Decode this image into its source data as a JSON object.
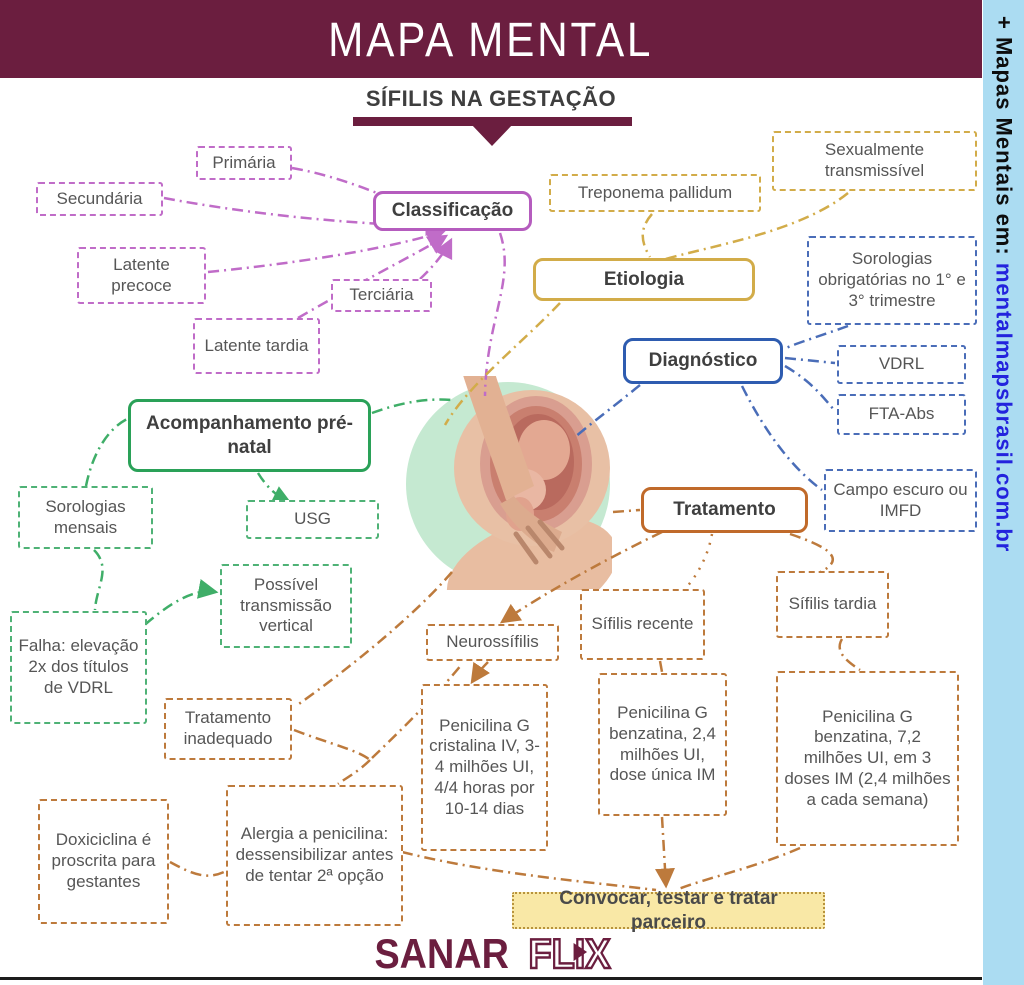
{
  "header": {
    "title": "MAPA MENTAL"
  },
  "subtitle": "SÍFILIS NA GESTAÇÃO",
  "sidebar": {
    "prefix": "+ Mapas Mentais em: ",
    "url": "mentalmapsbrasil.com.br"
  },
  "logo": {
    "sanar": "SANAR",
    "flix": "FLIX"
  },
  "colors": {
    "maroon": "#6b1e3f",
    "pink": "#bc64c5",
    "gold": "#d2ac49",
    "blue": "#2e5cb0",
    "green": "#2aa158",
    "orange": "#c06a2a",
    "sidebar_bg": "#abdcf2",
    "url_blue": "#2323dd",
    "highlight_bg": "#f9e8a6",
    "center_circle": "#c5e9d1"
  },
  "nodes": {
    "classificacao": "Classificação",
    "primaria": "Primária",
    "secundaria": "Secundária",
    "latente_precoce": "Latente precoce",
    "terciaria": "Terciária",
    "latente_tardia": "Latente tardia",
    "etiologia": "Etiologia",
    "treponema": "Treponema pallidum",
    "sexualmente": "Sexualmente transmissível",
    "diagnostico": "Diagnóstico",
    "sorologias_obrigatorias": "Sorologias obrigatórias no 1° e 3° trimestre",
    "vdrl": "VDRL",
    "fta_abs": "FTA-Abs",
    "campo_escuro": "Campo escuro ou IMFD",
    "acompanhamento": "Acompanhamento pré-natal",
    "sorologias_mensais": "Sorologias mensais",
    "usg": "USG",
    "possivel_transmissao": "Possível transmissão vertical",
    "falha": "Falha: elevação 2x dos títulos de VDRL",
    "tratamento": "Tratamento",
    "tratamento_inadequado": "Tratamento inadequado",
    "neurossifilis": "Neurossífilis",
    "sifilis_recente": "Sífilis recente",
    "sifilis_tardia": "Sífilis tardia",
    "penicilina_cristalina": "Penicilina G cristalina IV, 3-4 milhões UI, 4/4 horas por 10-14 dias",
    "penicilina_benzatina_24": "Penicilina G benzatina, 2,4 milhões UI, dose única IM",
    "penicilina_benzatina_72": "Penicilina G benzatina, 7,2 milhões UI, em 3 doses IM (2,4 milhões a cada semana)",
    "doxiciclina": "Doxiciclina é proscrita para gestantes",
    "alergia": "Alergia a penicilina: dessensibilizar antes de tentar 2ª opção",
    "convocar": "Convocar, testar e tratar parceiro"
  }
}
